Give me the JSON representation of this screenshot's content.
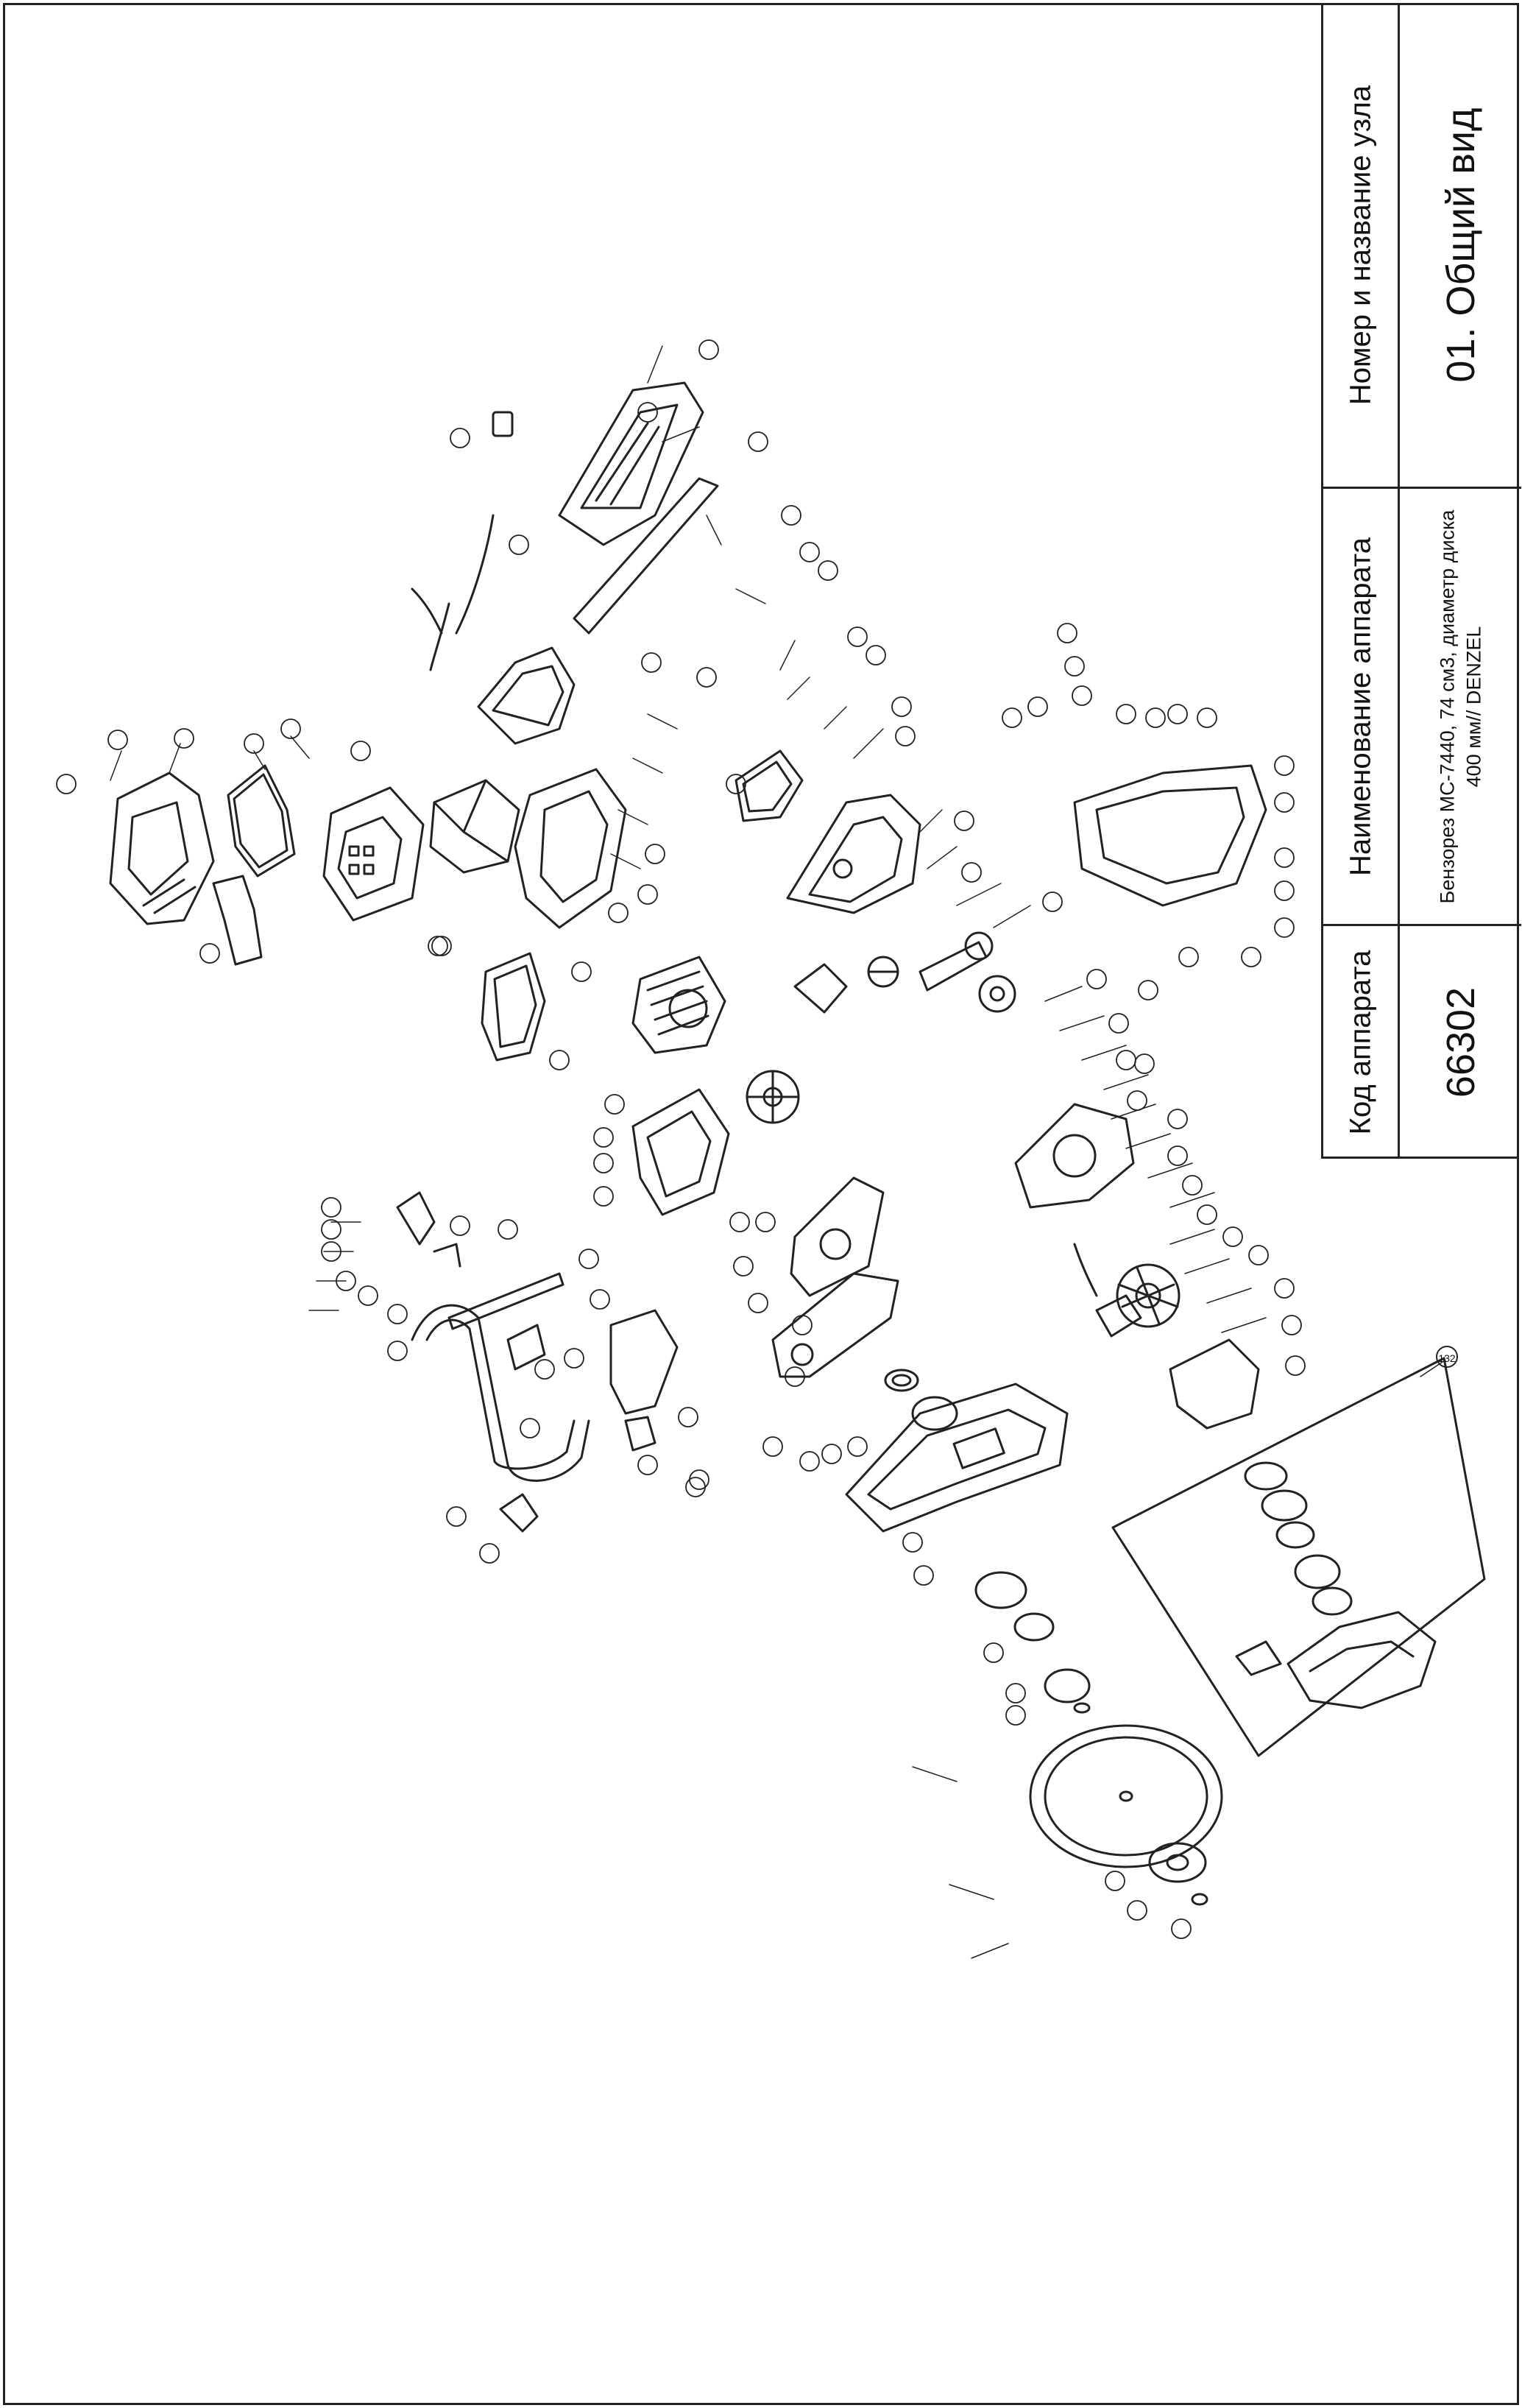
{
  "title_block": {
    "node_header": "Номер и название узла",
    "node_value": "01. Общий вид",
    "device_header": "Наименование аппарата",
    "device_value": "Бензорез МС-7440, 74 см3, диаметр диска 400 мм// DENZEL",
    "code_header": "Код аппарата",
    "code_value": "66302"
  },
  "callout_group_label": "132"
}
